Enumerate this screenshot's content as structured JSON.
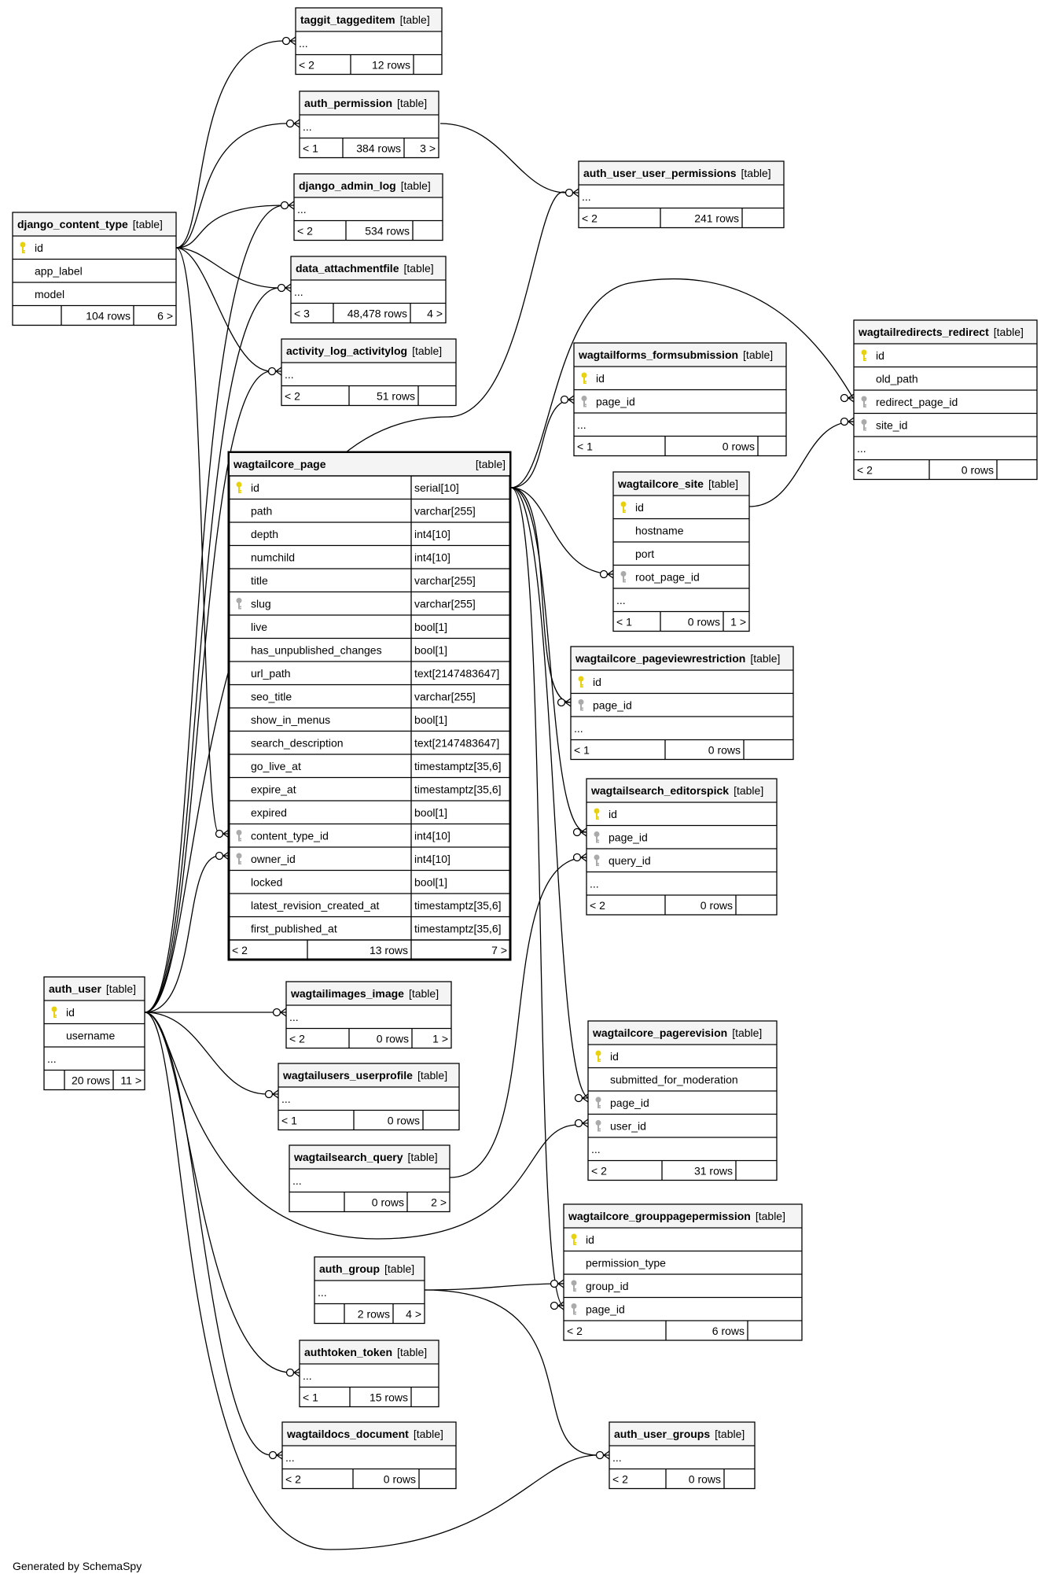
{
  "footer": "Generated by SchemaSpy",
  "tables": {
    "taggit_taggeditem": {
      "name": "taggit_taggeditem",
      "tag": "[table]",
      "rows": [
        {
          "k": "",
          "c": "..."
        }
      ],
      "foot": [
        "< 2",
        "12 rows",
        ""
      ]
    },
    "auth_permission": {
      "name": "auth_permission",
      "tag": "[table]",
      "rows": [
        {
          "k": "",
          "c": "..."
        }
      ],
      "foot": [
        "< 1",
        "384 rows",
        "3 >"
      ]
    },
    "django_admin_log": {
      "name": "django_admin_log",
      "tag": "[table]",
      "rows": [
        {
          "k": "",
          "c": "..."
        }
      ],
      "foot": [
        "< 2",
        "534 rows",
        ""
      ]
    },
    "data_attachmentfile": {
      "name": "data_attachmentfile",
      "tag": "[table]",
      "rows": [
        {
          "k": "",
          "c": "..."
        }
      ],
      "foot": [
        "< 3",
        "48,478 rows",
        "4 >"
      ]
    },
    "activity_log_activitylog": {
      "name": "activity_log_activitylog",
      "tag": "[table]",
      "rows": [
        {
          "k": "",
          "c": "..."
        }
      ],
      "foot": [
        "< 2",
        "51 rows",
        ""
      ]
    },
    "django_content_type": {
      "name": "django_content_type",
      "tag": "[table]",
      "rows": [
        {
          "k": "pk",
          "c": "id"
        },
        {
          "k": "",
          "c": "app_label"
        },
        {
          "k": "",
          "c": "model"
        }
      ],
      "foot": [
        "",
        "104 rows",
        "6 >"
      ]
    },
    "auth_user_user_permissions": {
      "name": "auth_user_user_permissions",
      "tag": "[table]",
      "rows": [
        {
          "k": "",
          "c": "..."
        }
      ],
      "foot": [
        "< 2",
        "241 rows",
        ""
      ]
    },
    "wagtailforms_formsubmission": {
      "name": "wagtailforms_formsubmission",
      "tag": "[table]",
      "rows": [
        {
          "k": "pk",
          "c": "id"
        },
        {
          "k": "fk",
          "c": "page_id"
        },
        {
          "k": "",
          "c": "..."
        }
      ],
      "foot": [
        "< 1",
        "0 rows",
        ""
      ]
    },
    "wagtailredirects_redirect": {
      "name": "wagtailredirects_redirect",
      "tag": "[table]",
      "rows": [
        {
          "k": "pk",
          "c": "id"
        },
        {
          "k": "",
          "c": "old_path"
        },
        {
          "k": "fk",
          "c": "redirect_page_id"
        },
        {
          "k": "fk",
          "c": "site_id"
        },
        {
          "k": "",
          "c": "..."
        }
      ],
      "foot": [
        "< 2",
        "0 rows",
        ""
      ]
    },
    "wagtailcore_site": {
      "name": "wagtailcore_site",
      "tag": "[table]",
      "rows": [
        {
          "k": "pk",
          "c": "id"
        },
        {
          "k": "",
          "c": "hostname"
        },
        {
          "k": "",
          "c": "port"
        },
        {
          "k": "fk",
          "c": "root_page_id"
        },
        {
          "k": "",
          "c": "..."
        }
      ],
      "foot": [
        "< 1",
        "0 rows",
        "1 >"
      ]
    },
    "wagtailcore_pageviewrestriction": {
      "name": "wagtailcore_pageviewrestriction",
      "tag": "[table]",
      "rows": [
        {
          "k": "pk",
          "c": "id"
        },
        {
          "k": "fk",
          "c": "page_id"
        },
        {
          "k": "",
          "c": "..."
        }
      ],
      "foot": [
        "< 1",
        "0 rows",
        ""
      ]
    },
    "wagtailsearch_editorspick": {
      "name": "wagtailsearch_editorspick",
      "tag": "[table]",
      "rows": [
        {
          "k": "pk",
          "c": "id"
        },
        {
          "k": "fk",
          "c": "page_id"
        },
        {
          "k": "fk",
          "c": "query_id"
        },
        {
          "k": "",
          "c": "..."
        }
      ],
      "foot": [
        "< 2",
        "0 rows",
        ""
      ]
    },
    "wagtailcore_pagerevision": {
      "name": "wagtailcore_pagerevision",
      "tag": "[table]",
      "rows": [
        {
          "k": "pk",
          "c": "id"
        },
        {
          "k": "",
          "c": "submitted_for_moderation"
        },
        {
          "k": "fk",
          "c": "page_id"
        },
        {
          "k": "fk",
          "c": "user_id"
        },
        {
          "k": "",
          "c": "..."
        }
      ],
      "foot": [
        "< 2",
        "31 rows",
        ""
      ]
    },
    "wagtailcore_grouppagepermission": {
      "name": "wagtailcore_grouppagepermission",
      "tag": "[table]",
      "rows": [
        {
          "k": "pk",
          "c": "id"
        },
        {
          "k": "",
          "c": "permission_type"
        },
        {
          "k": "fk",
          "c": "group_id"
        },
        {
          "k": "fk",
          "c": "page_id"
        }
      ],
      "foot": [
        "< 2",
        "6 rows",
        ""
      ]
    },
    "wagtailcore_page": {
      "name": "wagtailcore_page",
      "tag": "[table]",
      "rows": [
        {
          "k": "pk",
          "c": "id",
          "t": "serial[10]"
        },
        {
          "k": "",
          "c": "path",
          "t": "varchar[255]"
        },
        {
          "k": "",
          "c": "depth",
          "t": "int4[10]"
        },
        {
          "k": "",
          "c": "numchild",
          "t": "int4[10]"
        },
        {
          "k": "",
          "c": "title",
          "t": "varchar[255]"
        },
        {
          "k": "fk",
          "c": "slug",
          "t": "varchar[255]"
        },
        {
          "k": "",
          "c": "live",
          "t": "bool[1]"
        },
        {
          "k": "",
          "c": "has_unpublished_changes",
          "t": "bool[1]"
        },
        {
          "k": "",
          "c": "url_path",
          "t": "text[2147483647]"
        },
        {
          "k": "",
          "c": "seo_title",
          "t": "varchar[255]"
        },
        {
          "k": "",
          "c": "show_in_menus",
          "t": "bool[1]"
        },
        {
          "k": "",
          "c": "search_description",
          "t": "text[2147483647]"
        },
        {
          "k": "",
          "c": "go_live_at",
          "t": "timestamptz[35,6]"
        },
        {
          "k": "",
          "c": "expire_at",
          "t": "timestamptz[35,6]"
        },
        {
          "k": "",
          "c": "expired",
          "t": "bool[1]"
        },
        {
          "k": "fk",
          "c": "content_type_id",
          "t": "int4[10]"
        },
        {
          "k": "fk",
          "c": "owner_id",
          "t": "int4[10]"
        },
        {
          "k": "",
          "c": "locked",
          "t": "bool[1]"
        },
        {
          "k": "",
          "c": "latest_revision_created_at",
          "t": "timestamptz[35,6]"
        },
        {
          "k": "",
          "c": "first_published_at",
          "t": "timestamptz[35,6]"
        }
      ],
      "foot": [
        "< 2",
        "13 rows",
        "7 >"
      ]
    },
    "auth_user": {
      "name": "auth_user",
      "tag": "[table]",
      "rows": [
        {
          "k": "pk",
          "c": "id"
        },
        {
          "k": "",
          "c": "username"
        },
        {
          "k": "",
          "c": "..."
        }
      ],
      "foot": [
        "",
        "20 rows",
        "11 >"
      ]
    },
    "wagtailimages_image": {
      "name": "wagtailimages_image",
      "tag": "[table]",
      "rows": [
        {
          "k": "",
          "c": "..."
        }
      ],
      "foot": [
        "< 2",
        "0 rows",
        "1 >"
      ]
    },
    "wagtailusers_userprofile": {
      "name": "wagtailusers_userprofile",
      "tag": "[table]",
      "rows": [
        {
          "k": "",
          "c": "..."
        }
      ],
      "foot": [
        "< 1",
        "0 rows",
        ""
      ]
    },
    "wagtailsearch_query": {
      "name": "wagtailsearch_query",
      "tag": "[table]",
      "rows": [
        {
          "k": "",
          "c": "..."
        }
      ],
      "foot": [
        "",
        "0 rows",
        "2 >"
      ]
    },
    "auth_group": {
      "name": "auth_group",
      "tag": "[table]",
      "rows": [
        {
          "k": "",
          "c": "..."
        }
      ],
      "foot": [
        "",
        "2 rows",
        "4 >"
      ]
    },
    "authtoken_token": {
      "name": "authtoken_token",
      "tag": "[table]",
      "rows": [
        {
          "k": "",
          "c": "..."
        }
      ],
      "foot": [
        "< 1",
        "15 rows",
        ""
      ]
    },
    "wagtaildocs_document": {
      "name": "wagtaildocs_document",
      "tag": "[table]",
      "rows": [
        {
          "k": "",
          "c": "..."
        }
      ],
      "foot": [
        "< 2",
        "0 rows",
        ""
      ]
    },
    "auth_user_groups": {
      "name": "auth_user_groups",
      "tag": "[table]",
      "rows": [
        {
          "k": "",
          "c": "..."
        }
      ],
      "foot": [
        "< 2",
        "0 rows",
        ""
      ]
    }
  },
  "relationships": [
    {
      "from": "django_content_type",
      "to": "taggit_taggeditem"
    },
    {
      "from": "django_content_type",
      "to": "auth_permission"
    },
    {
      "from": "django_content_type",
      "to": "django_admin_log"
    },
    {
      "from": "django_content_type",
      "to": "data_attachmentfile"
    },
    {
      "from": "django_content_type",
      "to": "activity_log_activitylog"
    },
    {
      "from": "django_content_type",
      "to": "wagtailcore_page"
    },
    {
      "from": "auth_permission",
      "to": "auth_user_user_permissions"
    },
    {
      "from": "auth_user",
      "to": "auth_user_user_permissions"
    },
    {
      "from": "auth_user",
      "to": "django_admin_log"
    },
    {
      "from": "auth_user",
      "to": "data_attachmentfile"
    },
    {
      "from": "auth_user",
      "to": "activity_log_activitylog"
    },
    {
      "from": "auth_user",
      "to": "wagtailcore_page"
    },
    {
      "from": "auth_user",
      "to": "wagtailimages_image"
    },
    {
      "from": "auth_user",
      "to": "wagtailusers_userprofile"
    },
    {
      "from": "auth_user",
      "to": "wagtailcore_pagerevision"
    },
    {
      "from": "auth_user",
      "to": "authtoken_token"
    },
    {
      "from": "auth_user",
      "to": "wagtaildocs_document"
    },
    {
      "from": "auth_user",
      "to": "auth_user_groups"
    },
    {
      "from": "wagtailcore_page",
      "to": "wagtailredirects_redirect"
    },
    {
      "from": "wagtailcore_page",
      "to": "wagtailforms_formsubmission"
    },
    {
      "from": "wagtailcore_page",
      "to": "wagtailcore_site"
    },
    {
      "from": "wagtailcore_page",
      "to": "wagtailcore_pageviewrestriction"
    },
    {
      "from": "wagtailcore_page",
      "to": "wagtailsearch_editorspick"
    },
    {
      "from": "wagtailcore_page",
      "to": "wagtailcore_pagerevision"
    },
    {
      "from": "wagtailcore_page",
      "to": "wagtailcore_grouppagepermission"
    },
    {
      "from": "wagtailcore_site",
      "to": "wagtailredirects_redirect"
    },
    {
      "from": "wagtailsearch_query",
      "to": "wagtailsearch_editorspick"
    },
    {
      "from": "auth_group",
      "to": "wagtailcore_grouppagepermission"
    },
    {
      "from": "auth_group",
      "to": "auth_user_groups"
    }
  ],
  "colors": {
    "primary_key": "#e8d20f",
    "foreign_key": "#aaaaaa",
    "header": "#f4f4f4",
    "line": "#000000"
  }
}
